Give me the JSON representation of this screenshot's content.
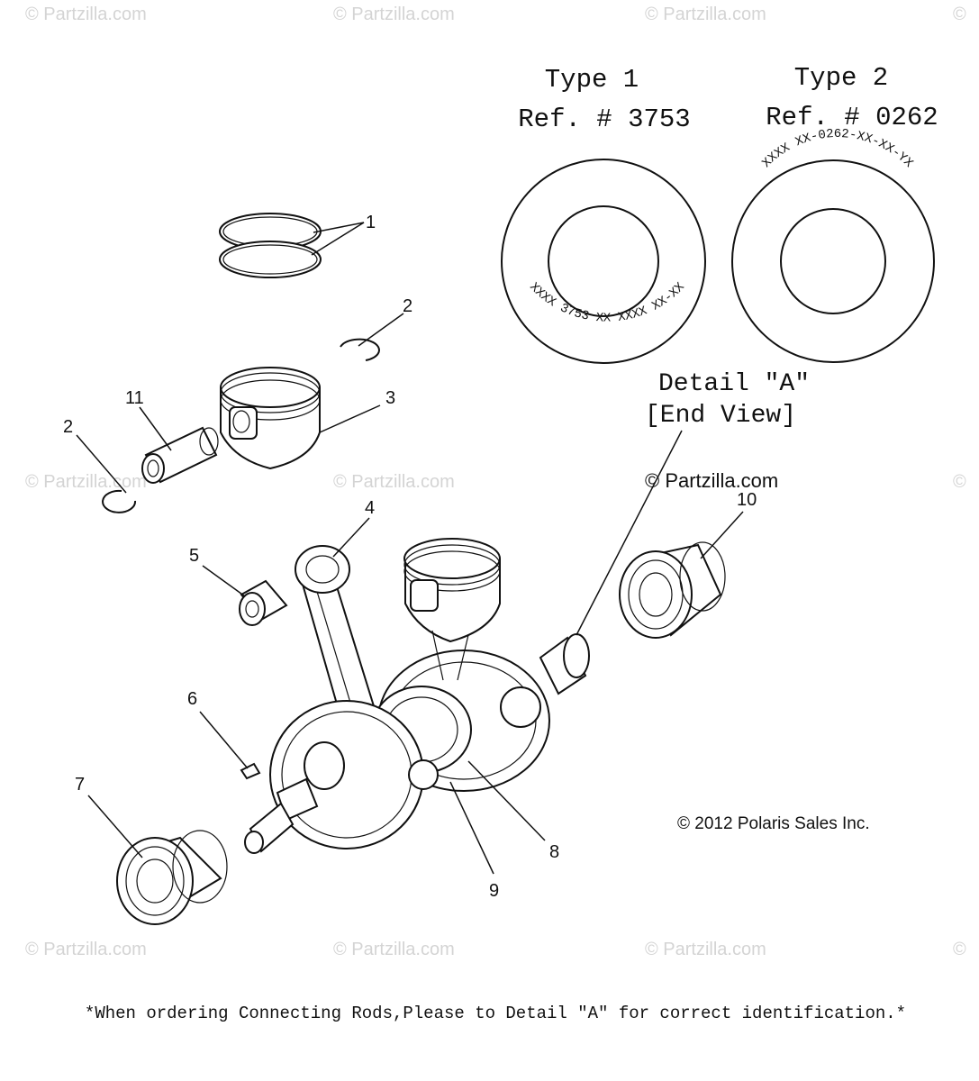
{
  "watermarks": {
    "row1": [
      "© Partzilla.com",
      "© Partzilla.com",
      "© Partzilla.com",
      "©"
    ],
    "row2": [
      "© Partzilla.com",
      "© Partzilla.com",
      "©"
    ],
    "row3": [
      "© Partzilla.com",
      "© Partzilla.com",
      "© Partzilla.com",
      "©"
    ],
    "center": "© Partzilla.com"
  },
  "type1": {
    "title": "Type 1",
    "ref": "Ref. # 3753",
    "stamp": "XXXX 3753 XX XXXX XX-XX"
  },
  "type2": {
    "title": "Type 2",
    "ref": "Ref. # 0262",
    "stamp": "XXXX XX-0262-XX-XX-YX"
  },
  "detail": {
    "line1": "Detail ″A″",
    "line2": "[End View]"
  },
  "callouts": {
    "c1": "1",
    "c2a": "2",
    "c2b": "2",
    "c3": "3",
    "c4": "4",
    "c5": "5",
    "c6": "6",
    "c7": "7",
    "c8": "8",
    "c9": "9",
    "c10": "10",
    "c11": "11"
  },
  "copyright": "© 2012 Polaris Sales Inc.",
  "footnote": "*When ordering Connecting Rods,Please to Detail ″A″ for correct identification.*"
}
